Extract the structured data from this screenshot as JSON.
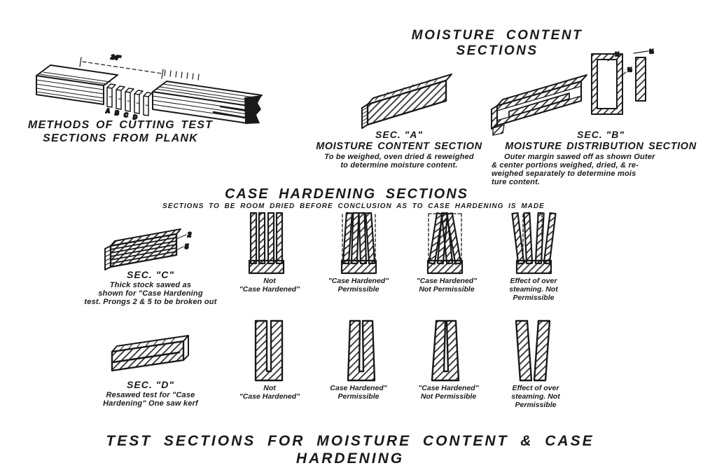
{
  "page": {
    "bottom_title": "TEST SECTIONS FOR MOISTURE CONTENT & CASE HARDENING"
  },
  "plank_methods": {
    "caption_line1": "METHODS OF CUTTING TEST",
    "caption_line2": "SECTIONS FROM PLANK",
    "dimension": "24\"",
    "section_letters": [
      "A",
      "B",
      "C",
      "D"
    ]
  },
  "moisture": {
    "title": "MOISTURE CONTENT SECTIONS",
    "sec_a": {
      "name": "SEC. \"A\"",
      "subtitle": "MOISTURE CONTENT SECTION",
      "desc_line1": "To be weighed, oven dried & reweighed",
      "desc_line2": "to determine moisture content."
    },
    "sec_b": {
      "name": "SEC. \"B\"",
      "subtitle": "MOISTURE DISTRIBUTION SECTION",
      "desc_line1": "Outer margin sawed off as shown Outer",
      "desc_line2": "& center portions weighed, dried, & re-",
      "desc_line3": "weighed separately to determine mois",
      "desc_line4": "ture content.",
      "dim_frame_top": "½",
      "dim_frame_side": "½",
      "dim_strip_top": "½"
    }
  },
  "case_hardening": {
    "title": "CASE HARDENING SECTIONS",
    "subtitle": "SECTIONS TO BE ROOM DRIED BEFORE CONCLUSION AS TO CASE HARDENING IS MADE",
    "sec_c": {
      "name": "SEC. \"C\"",
      "desc_line1": "Thick stock sawed as",
      "desc_line2": "shown for \"Case Hardening",
      "desc_line3": "test. Prongs 2 & 5 to be broken out",
      "prong_label_2": "2",
      "prong_label_5": "5"
    },
    "prong_row": [
      {
        "line1": "Not",
        "line2": "\"Case Hardened\"",
        "line3": ""
      },
      {
        "line1": "\"Case Hardened\"",
        "line2": "Permissible",
        "line3": ""
      },
      {
        "line1": "\"Case Hardened\"",
        "line2": "Not Permissible",
        "line3": ""
      },
      {
        "line1": "Effect of over",
        "line2": "steaming. Not",
        "line3": "Permissible"
      }
    ],
    "sec_d": {
      "name": "SEC. \"D\"",
      "desc_line1": "Resawed test for \"Case",
      "desc_line2": "Hardening\" One saw kerf"
    },
    "kerf_row": [
      {
        "line1": "Not",
        "line2": "\"Case Hardened\"",
        "line3": ""
      },
      {
        "line1": "Case Hardened\"",
        "line2": "Permissible",
        "line3": ""
      },
      {
        "line1": "\"Case Hardened\"",
        "line2": "Not Permissible",
        "line3": ""
      },
      {
        "line1": "Effect of over",
        "line2": "steaming. Not",
        "line3": "Permissible"
      }
    ]
  },
  "colors": {
    "ink": "#1a1a1a",
    "background": "#ffffff"
  }
}
